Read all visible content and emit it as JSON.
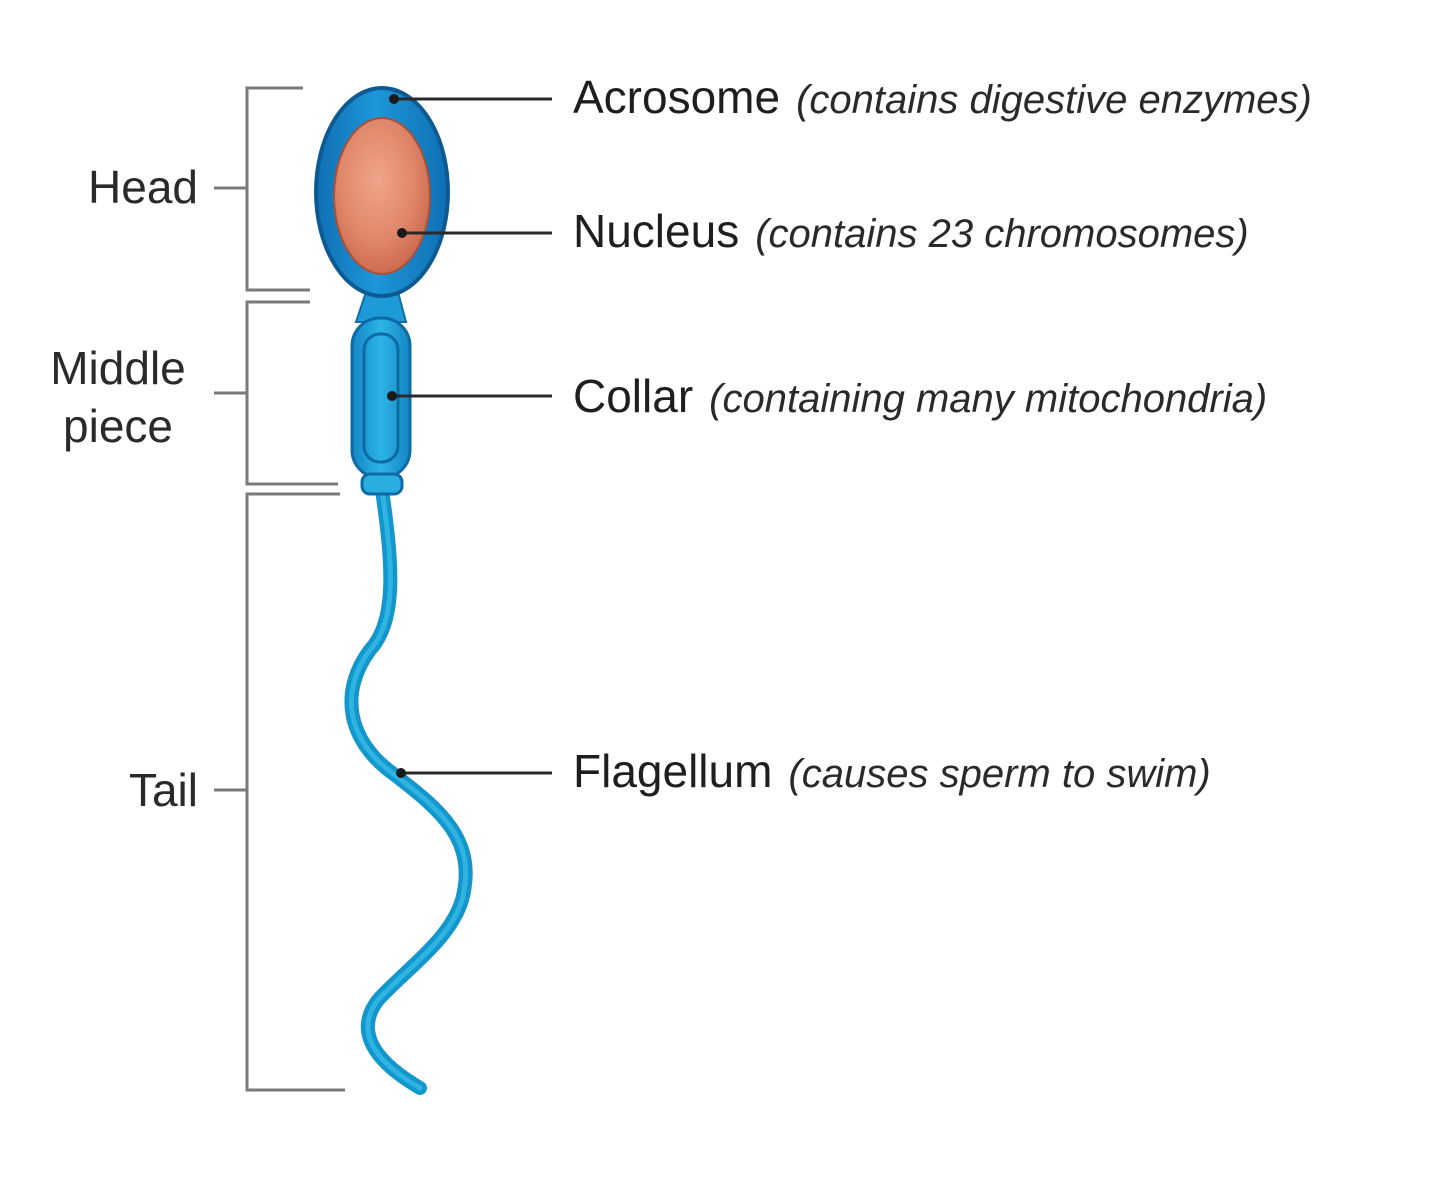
{
  "regions": {
    "head": "Head",
    "middle_piece_line1": "Middle",
    "middle_piece_line2": "piece",
    "tail": "Tail"
  },
  "callouts": {
    "acrosome": {
      "name": "Acrosome",
      "note": "(contains digestive enzymes)"
    },
    "nucleus": {
      "name": "Nucleus",
      "note": "(contains 23 chromosomes)"
    },
    "collar": {
      "name": "Collar",
      "note": "(containing many mitochondria)"
    },
    "flagellum": {
      "name": "Flagellum",
      "note": "(causes sperm to swim)"
    }
  },
  "colors": {
    "head_outer": "#1a8fd0",
    "head_edge": "#0f5f9e",
    "nucleus": "#e0866a",
    "nucleus_edge": "#b8563e",
    "midpiece": "#22a9e0",
    "tail": "#1ea3da"
  }
}
